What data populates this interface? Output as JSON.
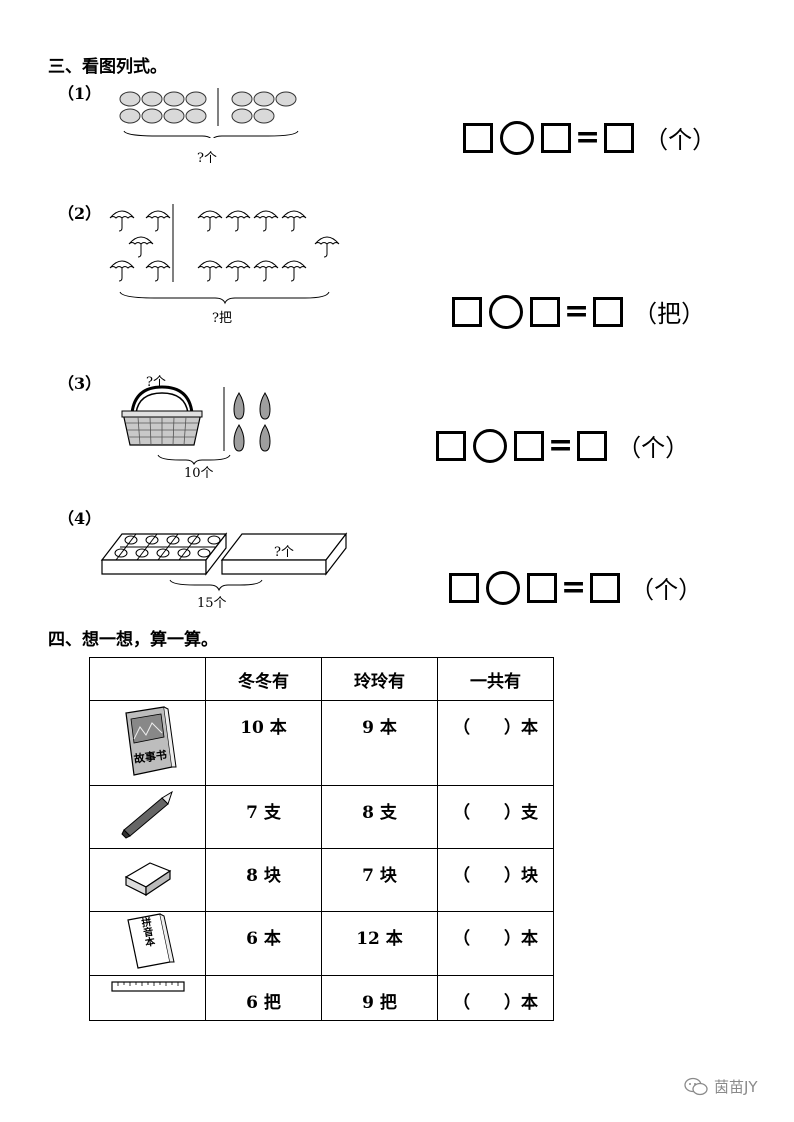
{
  "section3": {
    "title": "三、看图列式。",
    "questions": [
      {
        "num": "（1）",
        "caption": "?个",
        "unit": "（个）"
      },
      {
        "num": "（2）",
        "caption": "?把",
        "unit": "（把）"
      },
      {
        "num": "（3）",
        "caption_top": "?个",
        "caption": "10个",
        "unit": "（个）"
      },
      {
        "num": "（4）",
        "box_label": "?个",
        "caption": "15个",
        "unit": "（个）"
      }
    ],
    "equation_symbol": "="
  },
  "section4": {
    "title": "四、想一想，算一算。",
    "headers": [
      "",
      "冬冬有",
      "玲玲有",
      "一共有"
    ],
    "rows": [
      {
        "icon": "storybook-icon",
        "icon_text": "故事书",
        "dongdong": "10 本",
        "lingling": "9 本",
        "total_open": "（",
        "total_close": "）本"
      },
      {
        "icon": "pencil-icon",
        "dongdong": "7 支",
        "lingling": "8 支",
        "total_open": "（",
        "total_close": "）支"
      },
      {
        "icon": "eraser-icon",
        "dongdong": "8 块",
        "lingling": "7 块",
        "total_open": "（",
        "total_close": "）块"
      },
      {
        "icon": "pinyin-book-icon",
        "icon_text": "拼音本",
        "dongdong": "6 本",
        "lingling": "12 本",
        "total_open": "（",
        "total_close": "）本"
      },
      {
        "icon": "ruler-icon",
        "dongdong": "6 把",
        "lingling": "9 把",
        "total_open": "（",
        "total_close": "）本"
      }
    ]
  },
  "watermark": "茵苗JY"
}
